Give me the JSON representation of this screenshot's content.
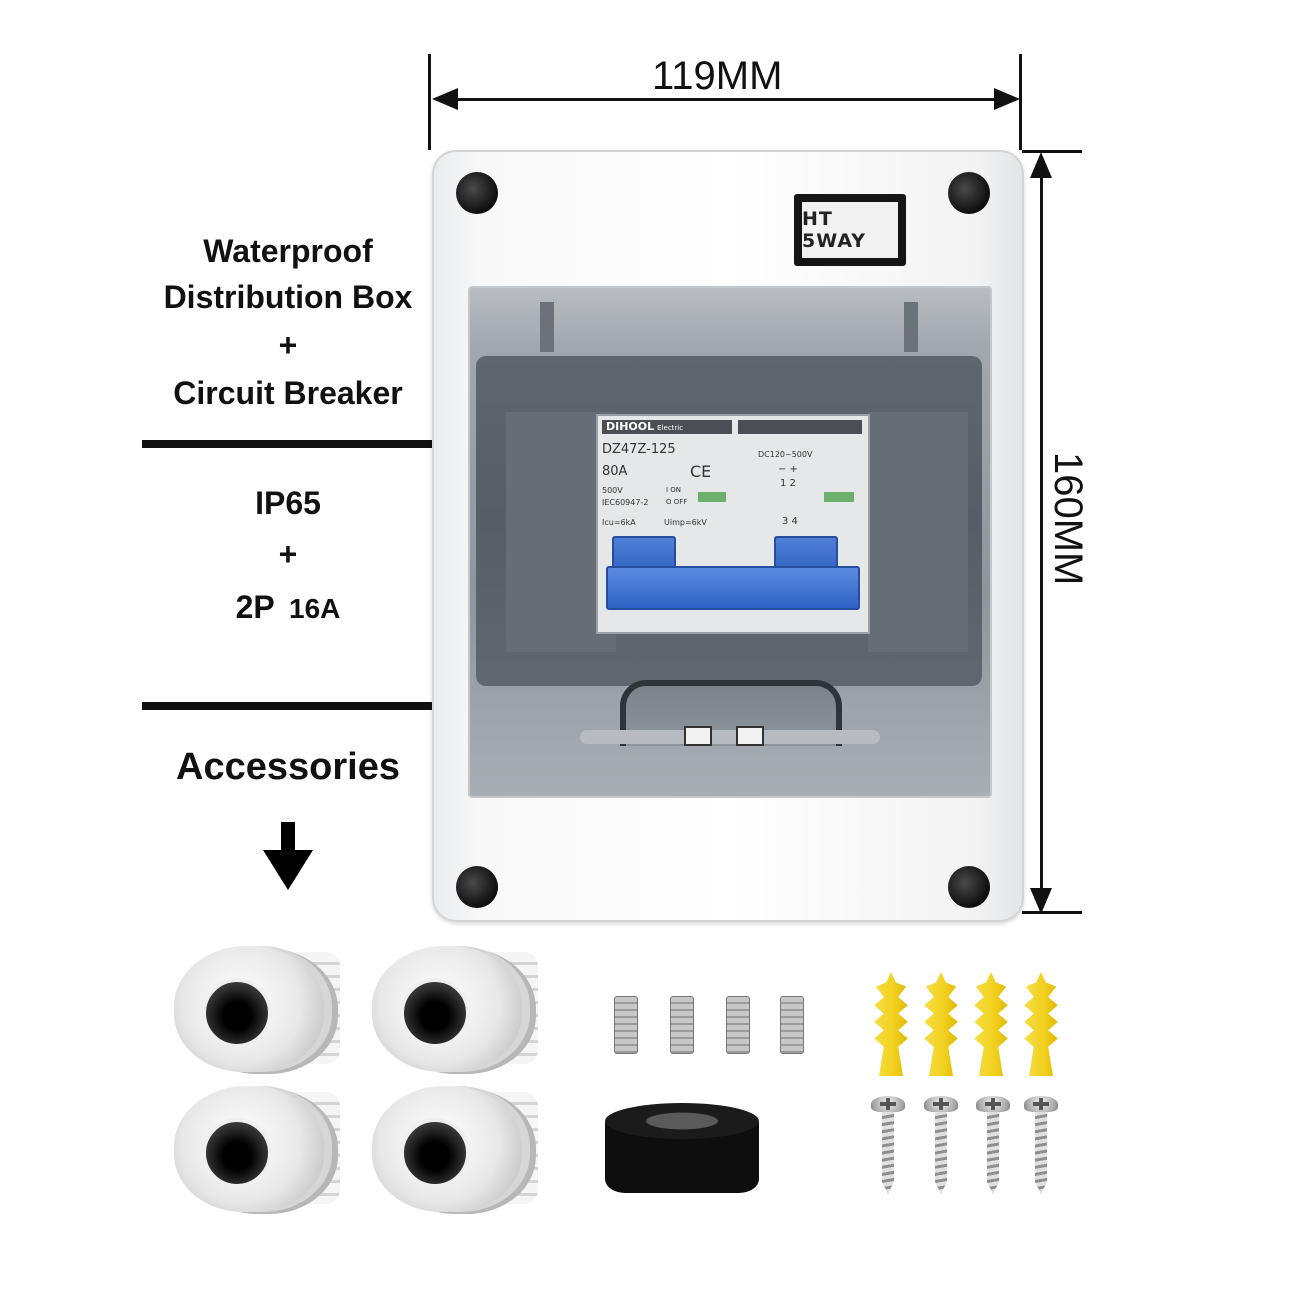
{
  "dimensions": {
    "width_label": "119MM",
    "height_label": "160MM"
  },
  "left_panel": {
    "line1": "Waterproof",
    "line2": "Distribution Box",
    "plus1": "+",
    "line3": "Circuit Breaker",
    "rating": "IP65",
    "plus2": "+",
    "poles": "2P",
    "amps": "16A",
    "accessories": "Accessories"
  },
  "enclosure": {
    "tag": "HT 5WAY"
  },
  "breaker": {
    "brand": "DIHOOL",
    "brand_suffix": "Electric",
    "model": "DZ47Z-125",
    "current": "80A",
    "ce": "CE",
    "voltage": "500V",
    "standard": "IEC60947-2",
    "on_label": "I ON",
    "off_label": "O OFF",
    "icu": "Icu=6kA",
    "uimp": "Uimp=6kV",
    "dc_range": "DC120~500V",
    "polarity": "− +",
    "terminals_top": "1 2",
    "terminals_bottom": "3 4"
  },
  "colors": {
    "toggle_blue": "#2f62c4",
    "wall_plug_yellow": "#f1cf1c",
    "screw_black": "#0d0d0d"
  }
}
